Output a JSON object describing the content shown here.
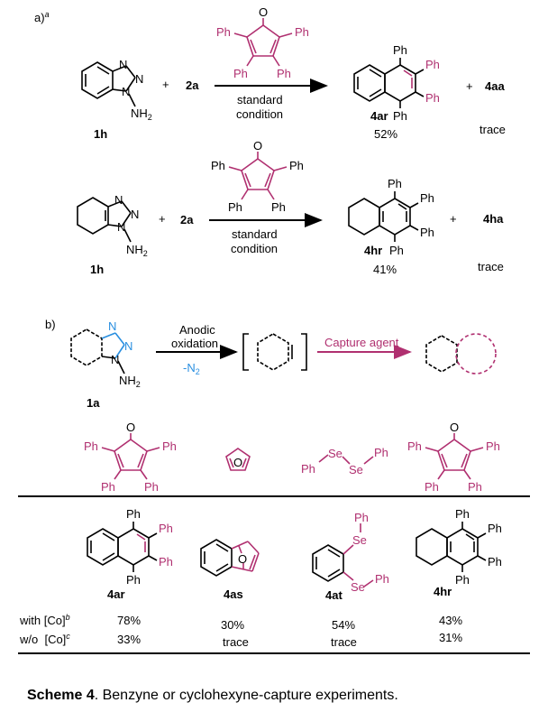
{
  "part_a": {
    "label": "a)",
    "label_sup": "a",
    "row1": {
      "reactant_label": "1h",
      "plus1": "+",
      "reagent": "2a",
      "condition_line1": "standard",
      "condition_line2": "condition",
      "product_label": "4ar",
      "product_yield": "52%",
      "plus2": "+",
      "side_product": "4aa",
      "side_yield": "trace"
    },
    "row2": {
      "reactant_label": "1h",
      "plus1": "+",
      "reagent": "2a",
      "condition_line1": "standard",
      "condition_line2": "condition",
      "product_label": "4hr",
      "product_yield": "41%",
      "plus2": "+",
      "side_product": "4ha",
      "side_yield": "trace"
    }
  },
  "part_b": {
    "label": "b)",
    "start_label": "1a",
    "step1_line1": "Anodic",
    "step1_line2": "oxidation",
    "step1_loss": "-N",
    "step1_loss_sub": "2",
    "step2": "Capture agent"
  },
  "atoms": {
    "ph": "Ph",
    "o": "O",
    "n": "N",
    "nh": "NH",
    "nh_sub": "2",
    "se": "Se"
  },
  "table": {
    "rows": [
      {
        "label": "with [Co]",
        "sup": "b"
      },
      {
        "label": "w/o  [Co]",
        "sup": "c"
      }
    ],
    "columns": [
      {
        "product": "4ar",
        "with_co": "78%",
        "without_co": "33%"
      },
      {
        "product": "4as",
        "with_co": "30%",
        "without_co": "trace"
      },
      {
        "product": "4at",
        "with_co": "54%",
        "without_co": "trace"
      },
      {
        "product": "4hr",
        "with_co": "43%",
        "without_co": "31%"
      }
    ]
  },
  "caption": {
    "bold": "Scheme 4",
    "text": ". Benzyne or cyclohexyne-capture experiments."
  },
  "colors": {
    "capture_agent": "#b03070",
    "byproduct": "#2a8fe0",
    "structure": "#000000"
  }
}
